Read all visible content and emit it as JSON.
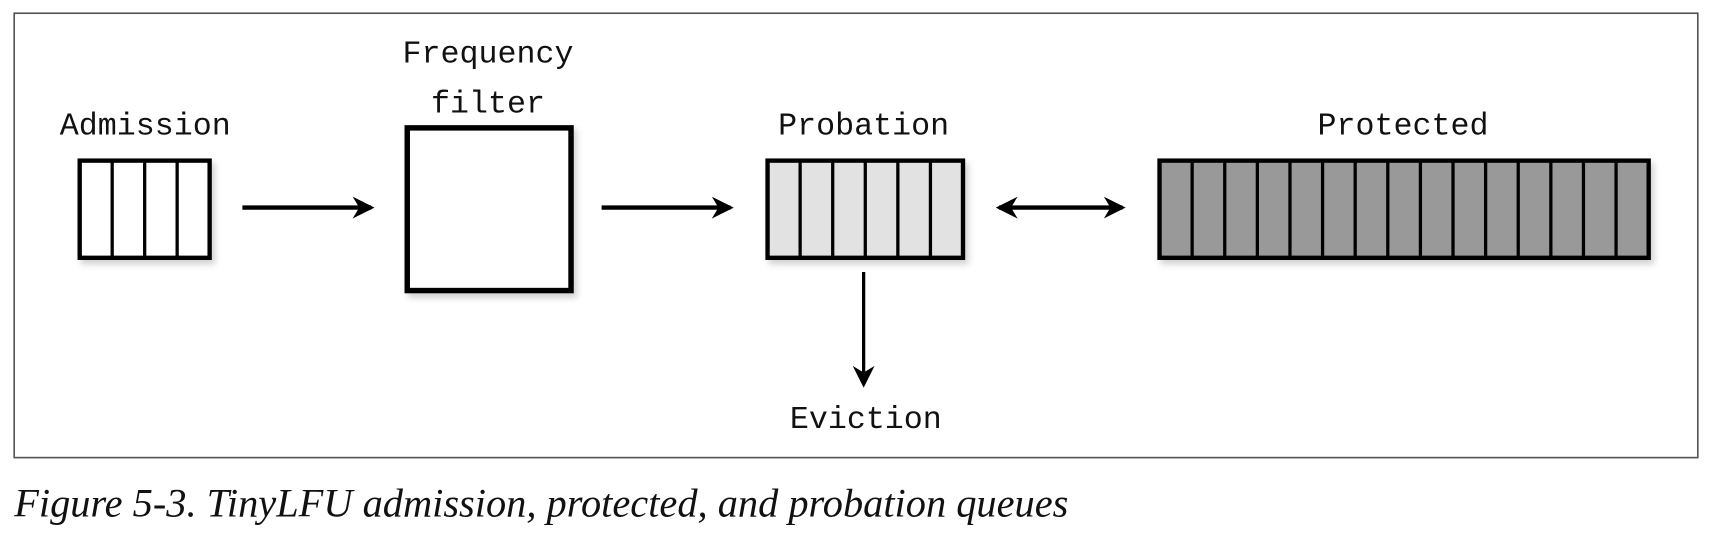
{
  "labels": {
    "admission": "Admission",
    "frequency_filter_line1": "Frequency",
    "frequency_filter_line2": "filter",
    "probation": "Probation",
    "protected": "Protected",
    "eviction": "Eviction"
  },
  "queues": {
    "admission": {
      "cells": 4,
      "fill": "#ffffff"
    },
    "probation": {
      "cells": 6,
      "fill": "#e2e2e2"
    },
    "protected": {
      "cells": 15,
      "fill": "#999999"
    }
  },
  "caption": "Figure 5-3. TinyLFU admission, protected, and probation queues"
}
